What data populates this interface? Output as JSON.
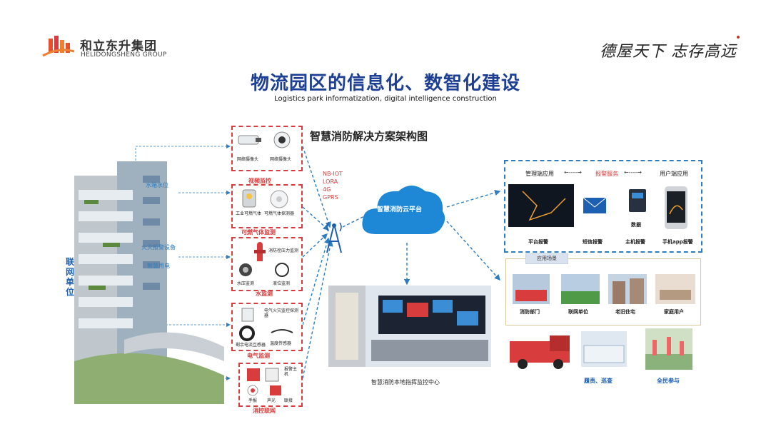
{
  "header": {
    "company_cn": "和立东升集团",
    "company_en": "HELIDONGSHENG GROUP",
    "slogan": "德屋天下  志存高远"
  },
  "title": "物流园区的信息化、数智化建设",
  "subtitle": "Logistics park informatization, digital intelligence construction",
  "diagram_title": "智慧消防解决方案架构图",
  "building": {
    "label": "联网单位",
    "lines": [
      "水箱水位",
      "火灾报警设备",
      "智慧用电"
    ]
  },
  "devices": {
    "cameras": {
      "items": [
        "网络摄像头",
        "网络摄像头"
      ],
      "title": "视频监控"
    },
    "gas": {
      "items": [
        "工业可燃气体",
        "可燃气体探测器"
      ],
      "title": "可燃气体监测"
    },
    "water": {
      "items": [
        "消防栓压力监测",
        "水压监测",
        "液位监测"
      ],
      "title": "水监测"
    },
    "electric": {
      "items": [
        "电气火灾监控探测器",
        "剩余电流互感器",
        "温度传感器"
      ],
      "title": "电气监测"
    },
    "linkage": {
      "items": [
        "报警主机",
        "手报",
        "声光",
        "联接"
      ],
      "title": "消控联网"
    }
  },
  "network": [
    "NB-IOT",
    "LORA",
    "4G",
    "GPRS"
  ],
  "cloud": "智慧消防云平台",
  "command_center": "智慧消防本地指挥监控中心",
  "management": {
    "left": "管理端应用",
    "center": "报警服务",
    "right": "用户端应用",
    "items": [
      "平台报警",
      "短信报警",
      "数据",
      "主机报警",
      "手机app报警"
    ]
  },
  "scenes": {
    "tab": "应用场景",
    "items": [
      "消防部门",
      "联网单位",
      "老旧住宅",
      "家庭用户"
    ]
  },
  "bottom": [
    "履责、巡查",
    "全民参与"
  ],
  "colors": {
    "title_blue": "#1d3f94",
    "accent_red": "#d93c3c",
    "line_blue": "#2e7dc0"
  }
}
